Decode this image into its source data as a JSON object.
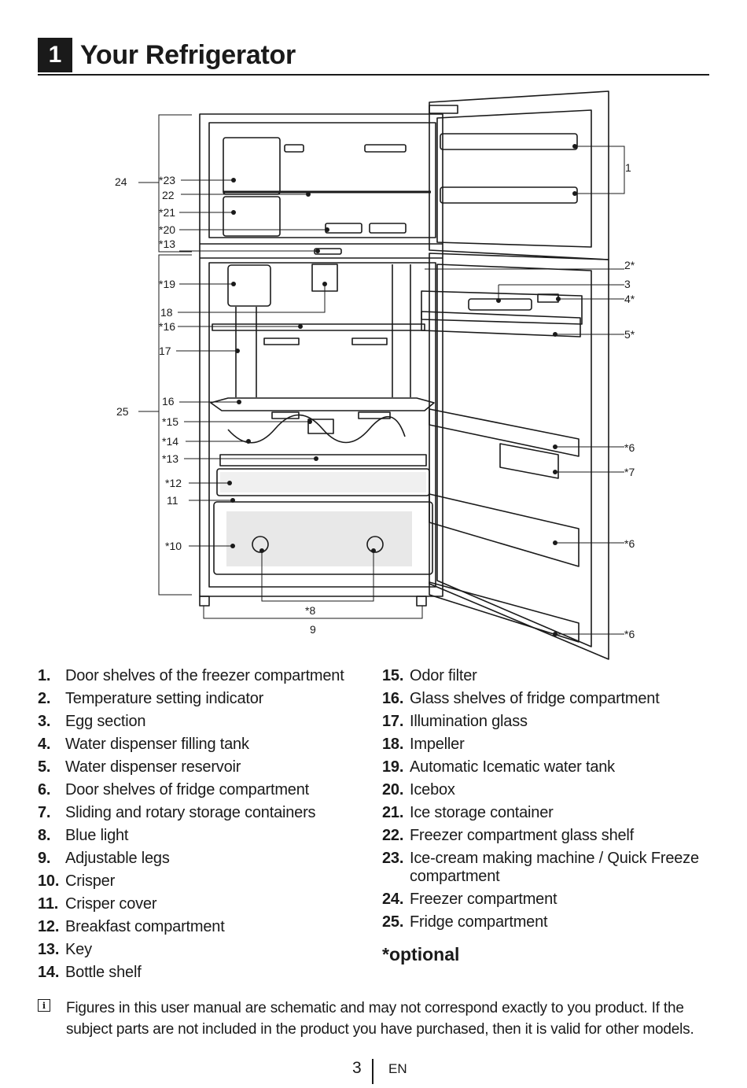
{
  "header": {
    "chapter_number": "1",
    "title": "Your Refrigerator"
  },
  "diagram": {
    "callouts": {
      "c24": "24",
      "c23": "*23",
      "c22": "22",
      "c21": "*21",
      "c20": "*20",
      "c13a": "*13",
      "c19": "*19",
      "c18": "18",
      "c16a": "*16",
      "c17": "17",
      "c25": "25",
      "c16b": "16",
      "c15": "*15",
      "c14": "*14",
      "c13b": "*13",
      "c12": "*12",
      "c11": "11",
      "c10": "*10",
      "c8": "*8",
      "c9": "9",
      "c1": "1",
      "c2": "2*",
      "c3": "3",
      "c4": "4*",
      "c5": "5*",
      "c6a": "*6",
      "c7": "*7",
      "c6b": "*6",
      "c6c": "*6"
    }
  },
  "legend_left": [
    {
      "num": "1.",
      "text": "Door shelves of the freezer compartment"
    },
    {
      "num": "2.",
      "text": "Temperature setting indicator"
    },
    {
      "num": "3.",
      "text": "Egg section"
    },
    {
      "num": "4.",
      "text": "Water dispenser filling tank"
    },
    {
      "num": "5.",
      "text": "Water dispenser reservoir"
    },
    {
      "num": "6.",
      "text": "Door shelves of fridge compartment"
    },
    {
      "num": "7.",
      "text": "Sliding and rotary storage containers"
    },
    {
      "num": "8.",
      "text": "Blue light"
    },
    {
      "num": "9.",
      "text": "Adjustable legs"
    },
    {
      "num": "10.",
      "text": "Crisper"
    },
    {
      "num": "11.",
      "text": "Crisper cover"
    },
    {
      "num": "12.",
      "text": "Breakfast compartment"
    },
    {
      "num": "13.",
      "text": "Key"
    },
    {
      "num": "14.",
      "text": "Bottle shelf"
    }
  ],
  "legend_right": [
    {
      "num": "15.",
      "text": "Odor filter"
    },
    {
      "num": "16.",
      "text": "Glass shelves of fridge compartment"
    },
    {
      "num": "17.",
      "text": "Illumination glass"
    },
    {
      "num": "18.",
      "text": "Impeller"
    },
    {
      "num": "19.",
      "text": "Automatic Icematic water tank"
    },
    {
      "num": "20.",
      "text": "Icebox"
    },
    {
      "num": "21.",
      "text": "Ice storage container"
    },
    {
      "num": "22.",
      "text": "Freezer compartment glass shelf"
    },
    {
      "num": "23.",
      "text": "Ice-cream making machine / Quick Freeze compartment"
    },
    {
      "num": "24.",
      "text": "Freezer compartment"
    },
    {
      "num": "25.",
      "text": "Fridge compartment"
    }
  ],
  "optional_label": "*optional",
  "note": {
    "icon": "info-icon",
    "text": "Figures in this user manual are schematic and may not correspond exactly to you product. If the subject parts are not included in the product you have purchased, then it is valid for other models."
  },
  "footer": {
    "page_number": "3",
    "language": "EN"
  }
}
